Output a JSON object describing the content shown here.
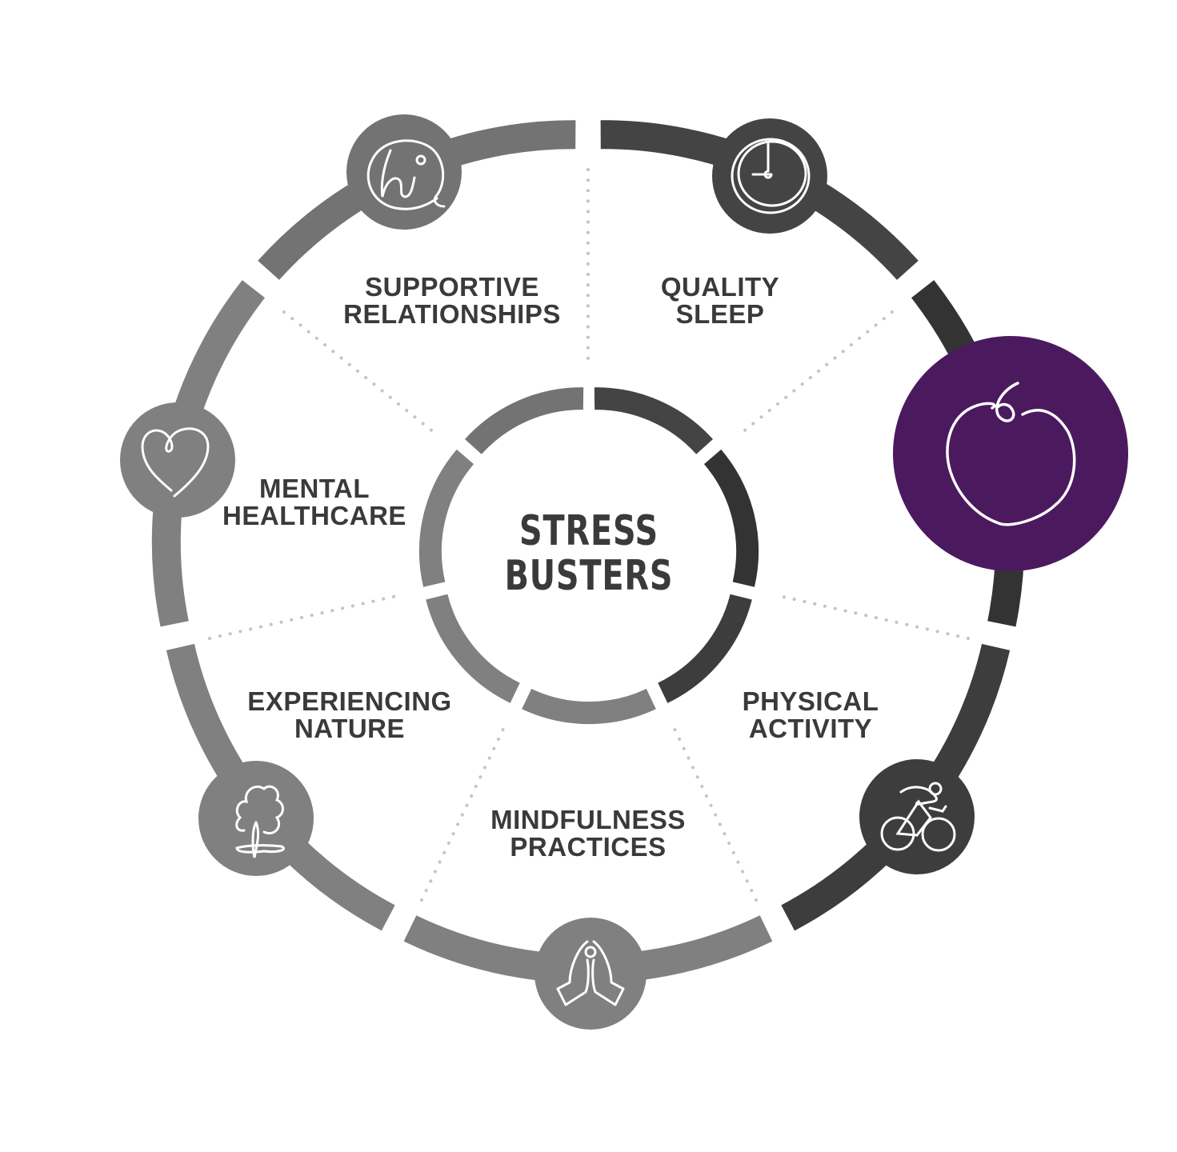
{
  "center": {
    "line1": "STRESS",
    "line2": "BUSTERS"
  },
  "colors": {
    "accent_purple": "#4b1a5e",
    "dark": "#333333",
    "dark2": "#444444",
    "dark3": "#3d3d3d",
    "mid": "#737373",
    "light": "#808080",
    "text": "#3a3a3a",
    "dots": "#c4c4c4",
    "icon_stroke": "#ffffff"
  },
  "segments": [
    {
      "id": "quality-sleep",
      "line1": "QUALITY",
      "line2": "SLEEP",
      "icon": "clock-icon",
      "color": "#444444"
    },
    {
      "id": "nutrition",
      "line1": "",
      "line2": "",
      "icon": "apple-icon",
      "color": "#333333",
      "highlighted": true
    },
    {
      "id": "physical-activity",
      "line1": "PHYSICAL",
      "line2": "ACTIVITY",
      "icon": "bicycle-icon",
      "color": "#3d3d3d"
    },
    {
      "id": "mindfulness-practices",
      "line1": "MINDFULNESS",
      "line2": "PRACTICES",
      "icon": "praying-hands-icon",
      "color": "#808080"
    },
    {
      "id": "experiencing-nature",
      "line1": "EXPERIENCING",
      "line2": "NATURE",
      "icon": "tree-icon",
      "color": "#808080"
    },
    {
      "id": "mental-healthcare",
      "line1": "MENTAL",
      "line2": "HEALTHCARE",
      "icon": "heart-icon",
      "color": "#808080"
    },
    {
      "id": "supportive-relationships",
      "line1": "SUPPORTIVE",
      "line2": "RELATIONSHIPS",
      "icon": "hi-speech-bubble-icon",
      "color": "#737373"
    }
  ]
}
